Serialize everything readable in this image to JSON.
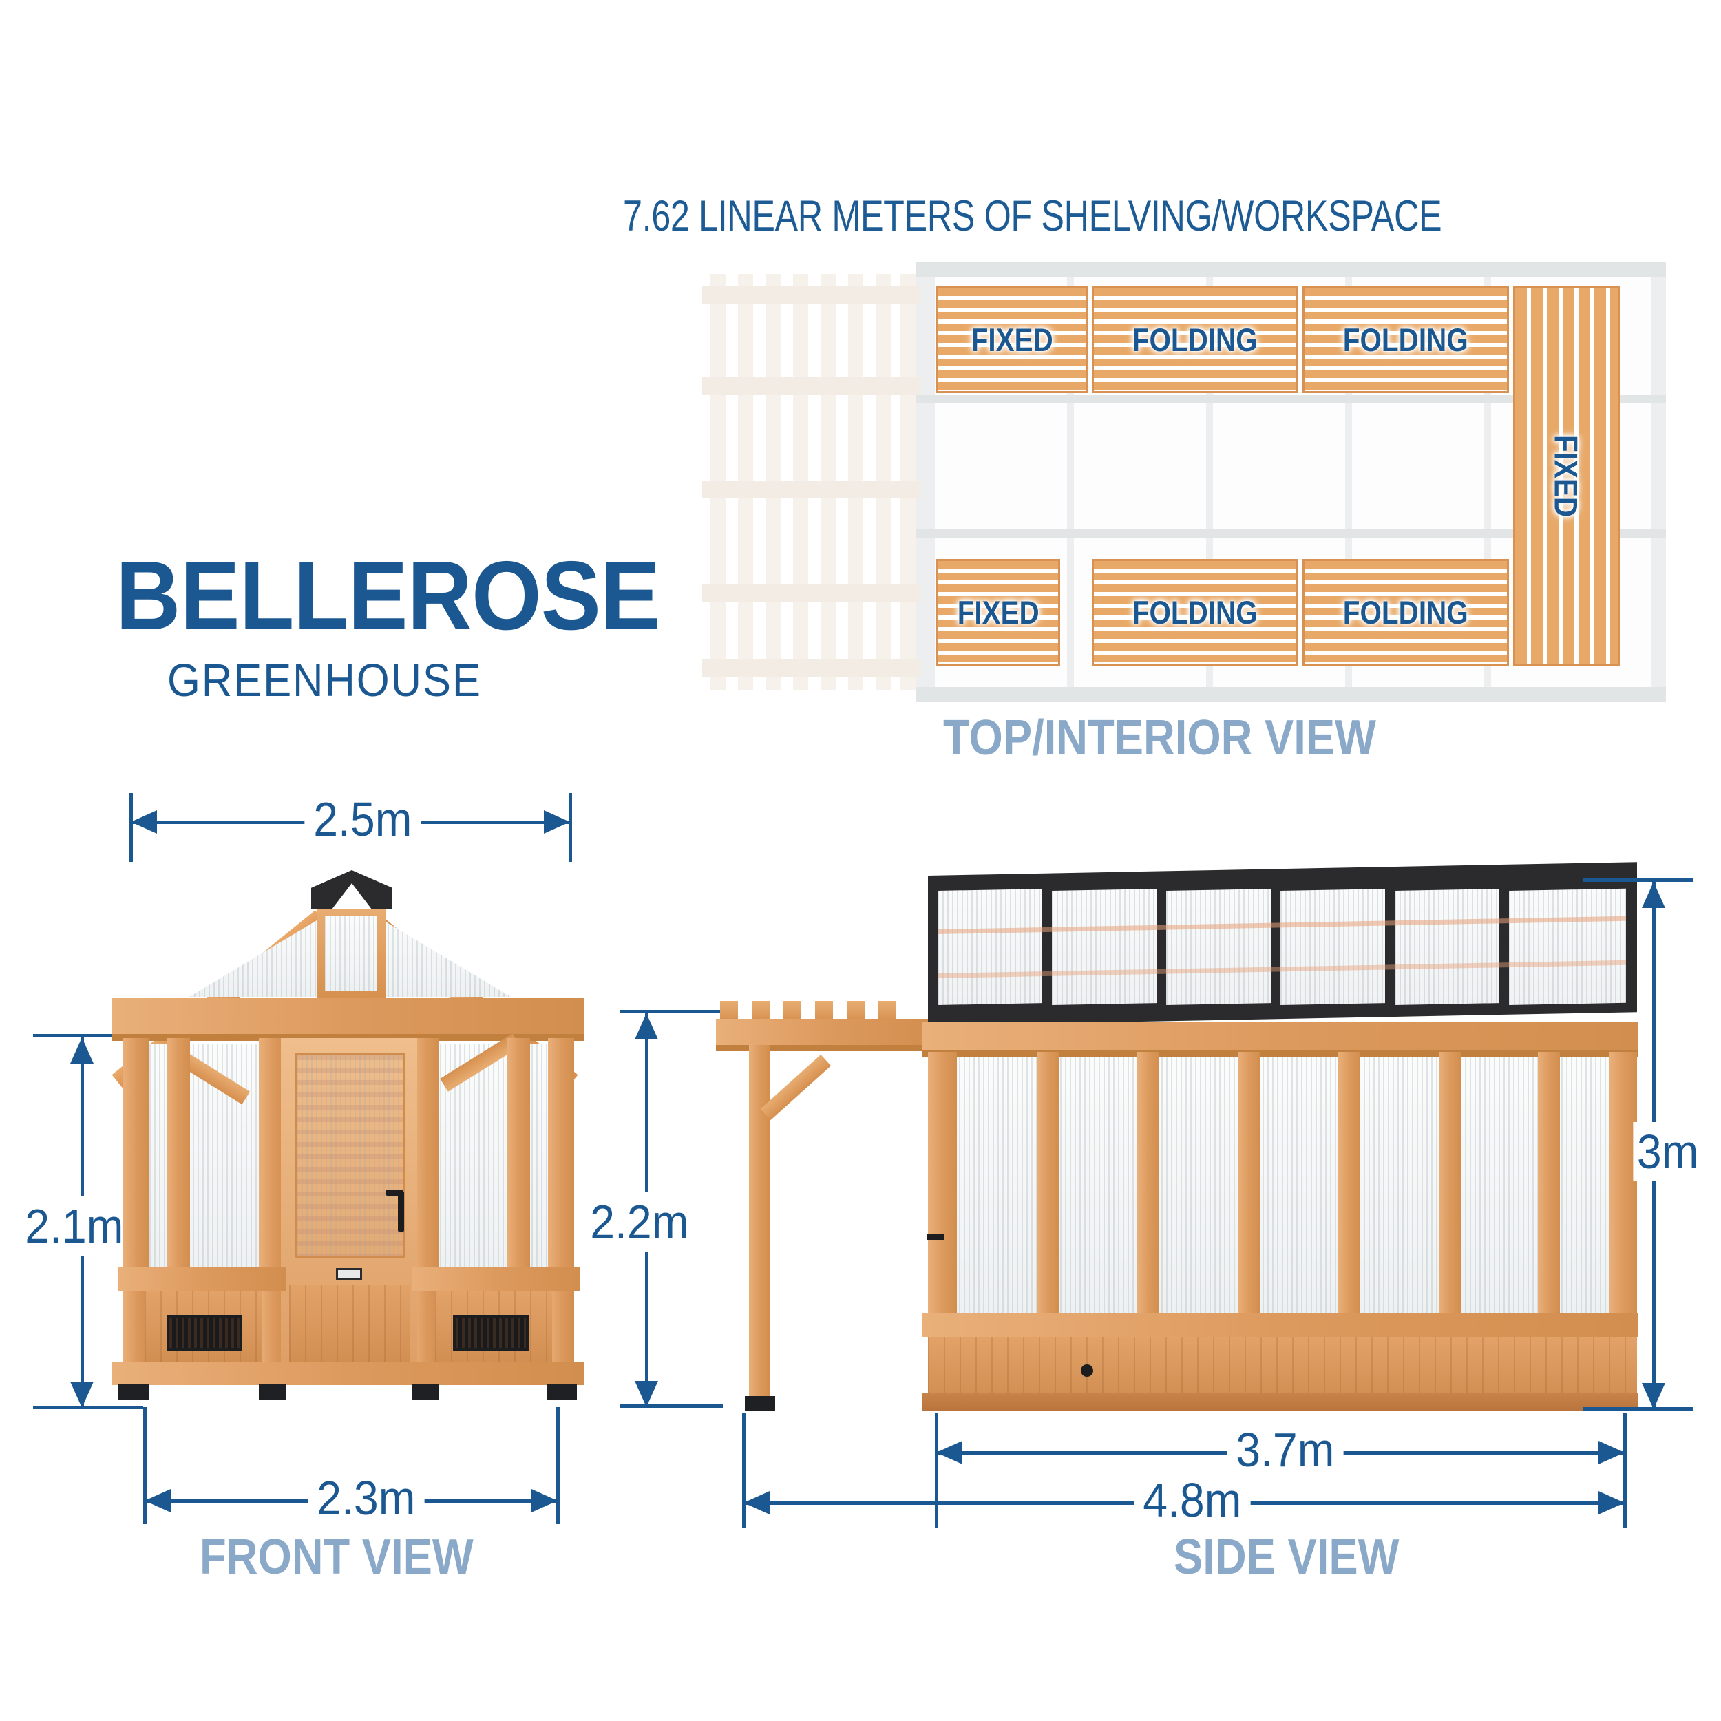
{
  "header": {
    "shelving_note": "7.62 LINEAR METERS OF SHELVING/WORKSPACE"
  },
  "brand": {
    "name": "BELLEROSE",
    "product": "GREENHOUSE"
  },
  "views": {
    "top": {
      "label": "TOP/INTERIOR VIEW"
    },
    "front": {
      "label": "FRONT VIEW"
    },
    "side": {
      "label": "SIDE VIEW"
    }
  },
  "top_view": {
    "benches_top_row": [
      {
        "label": "FIXED"
      },
      {
        "label": "FOLDING"
      },
      {
        "label": "FOLDING"
      }
    ],
    "benches_bottom_row": [
      {
        "label": "FIXED"
      },
      {
        "label": "FOLDING"
      },
      {
        "label": "FOLDING"
      }
    ],
    "bench_right": {
      "label": "FIXED"
    }
  },
  "dimensions": {
    "front_width_top": "2.5m",
    "front_width_bottom": "2.3m",
    "front_height": "2.1m",
    "pergola_height": "2.2m",
    "side_height": "3m",
    "side_width_building": "3.7m",
    "side_width_total": "4.8m"
  },
  "colors": {
    "brand_blue": "#1b5891",
    "label_blue": "#8aa8c8",
    "wood": "#dd9a5c",
    "bench_wood": "#e8a968",
    "frame_dark": "#2b2b2d",
    "panel": "#f2f4f5"
  }
}
